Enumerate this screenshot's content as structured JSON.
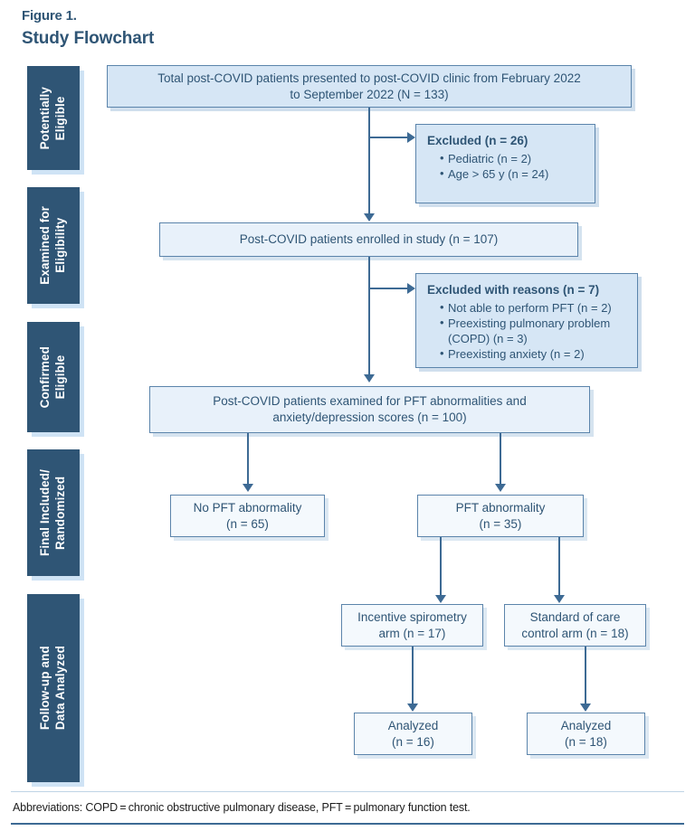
{
  "figure": {
    "label": "Figure 1.",
    "title": "Study Flowchart"
  },
  "colors": {
    "sidebar_bg": "#2f5575",
    "sidebar_shadow": "#cfe3f5",
    "box_border": "#5b84ab",
    "box_fill_dark": "#d6e6f5",
    "box_fill_mid": "#e8f1fa",
    "box_fill_light": "#f4f9fd",
    "text": "#2f5575",
    "connector": "#3d6a94"
  },
  "stages": [
    {
      "id": "potentially-eligible",
      "label": "Potentially\nEligible"
    },
    {
      "id": "examined-for-eligibility",
      "label": "Examined for\nEligibility"
    },
    {
      "id": "confirmed-eligible",
      "label": "Confirmed\nEligible"
    },
    {
      "id": "final-included-randomized",
      "label": "Final Included/\nRandomized"
    },
    {
      "id": "follow-up-data-analyzed",
      "label": "Follow-up and\nData Analyzed"
    }
  ],
  "nodes": {
    "total_presented": "Total post-COVID patients presented to post-COVID clinic from February 2022\nto September 2022 (N = 133)",
    "excluded_1": {
      "heading": "Excluded (n = 26)",
      "items": [
        "Pediatric (n = 2)",
        "Age > 65 y (n = 24)"
      ]
    },
    "enrolled": "Post-COVID patients enrolled in study (n = 107)",
    "excluded_2": {
      "heading": "Excluded with reasons (n = 7)",
      "items": [
        "Not able to perform PFT (n = 2)",
        "Preexisting pulmonary problem (COPD) (n = 3)",
        "Preexisting anxiety (n = 2)"
      ]
    },
    "examined": "Post-COVID patients examined for PFT abnormalities and\nanxiety/depression scores (n = 100)",
    "no_pft_abnormality": "No PFT abnormality\n(n = 65)",
    "pft_abnormality": "PFT abnormality\n(n = 35)",
    "incentive_arm": "Incentive spirometry\narm (n = 17)",
    "control_arm": "Standard of care\ncontrol arm (n = 18)",
    "analyzed_left": "Analyzed\n(n = 16)",
    "analyzed_right": "Analyzed\n(n = 18)"
  },
  "footer": {
    "abbreviations": "Abbreviations: COPD = chronic obstructive pulmonary disease, PFT = pulmonary function test."
  }
}
